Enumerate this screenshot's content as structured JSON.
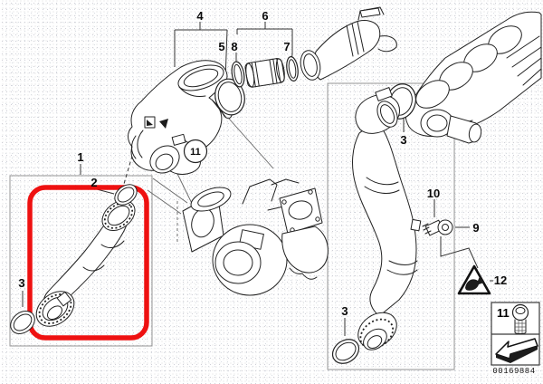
{
  "meta": {
    "image_number": "00169884"
  },
  "callouts": {
    "n1": "1",
    "n2": "2",
    "n3": "3",
    "n4": "4",
    "n5": "5",
    "n6": "6",
    "n7": "7",
    "n8": "8",
    "n9": "9",
    "n10": "10",
    "n11": "11",
    "n12": "12"
  },
  "highlight": {
    "color": "#ee1111"
  },
  "icons": {
    "warning_triangle": "warning-triangle",
    "bolt": "socket-head-bolt",
    "direction_arrow": "viewing-direction-arrow"
  }
}
